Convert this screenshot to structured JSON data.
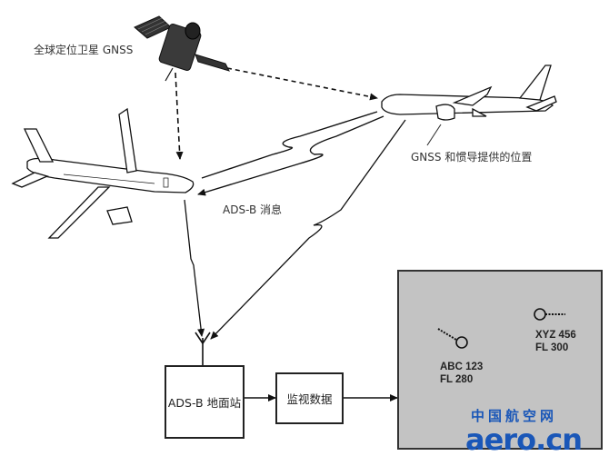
{
  "labels": {
    "satellite": "全球定位卫星 GNSS",
    "position_source": "GNSS 和惯导提供的位置",
    "adsb_message": "ADS-B 消息"
  },
  "blocks": {
    "ground_station": "ADS-B 地面站",
    "surveillance_data": "监视数据"
  },
  "radar_display": {
    "targets": [
      {
        "callsign": "ABC 123",
        "flight_level": "FL 280"
      },
      {
        "callsign": "XYZ 456",
        "flight_level": "FL 300"
      }
    ]
  },
  "watermark": {
    "cn": "中国航空网",
    "en": "aero.cn",
    "color": "#1a57b8"
  }
}
